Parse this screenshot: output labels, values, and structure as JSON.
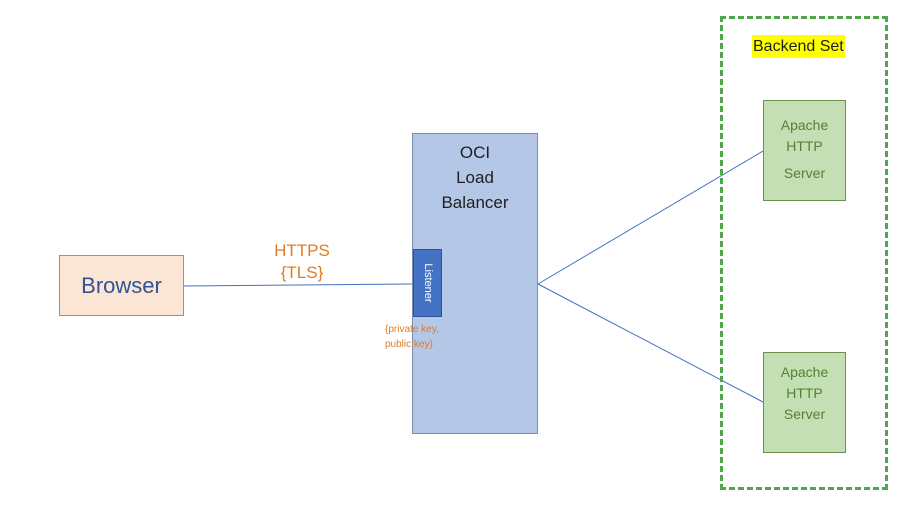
{
  "browser": {
    "label": "Browser"
  },
  "connection": {
    "protocol": "HTTPS",
    "security": "{TLS}"
  },
  "load_balancer": {
    "title_lines": [
      "OCI",
      "Load",
      "Balancer"
    ],
    "listener_label": "Listener",
    "keys_lines": [
      "{private key,",
      "public key}"
    ]
  },
  "backend_set": {
    "title": "Backend Set",
    "servers": [
      {
        "lines": [
          "Apache",
          "HTTP",
          "Server"
        ]
      },
      {
        "lines": [
          "Apache",
          "HTTP",
          "Server"
        ]
      }
    ]
  },
  "colors": {
    "browser_fill": "#fbe5d5",
    "browser_text": "#2f5597",
    "load_balancer_fill": "#b4c7e7",
    "listener_fill": "#4472c4",
    "server_fill": "#c5dfb4",
    "server_text": "#538135",
    "backend_border": "#4ea74a",
    "highlight": "#ffff00",
    "annotation_text": "#e07b25",
    "connector": "#4472c4"
  }
}
